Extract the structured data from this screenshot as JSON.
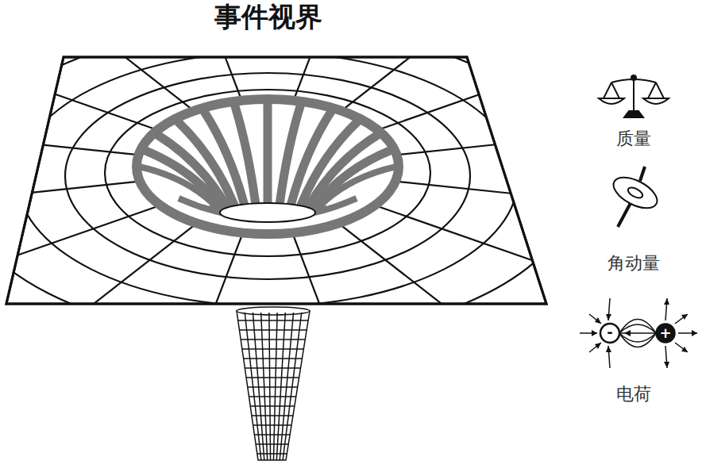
{
  "diagram": {
    "title": "事件视界",
    "labels": [
      "质量",
      "角动量",
      "电荷",
      "-",
      "+"
    ]
  }
}
